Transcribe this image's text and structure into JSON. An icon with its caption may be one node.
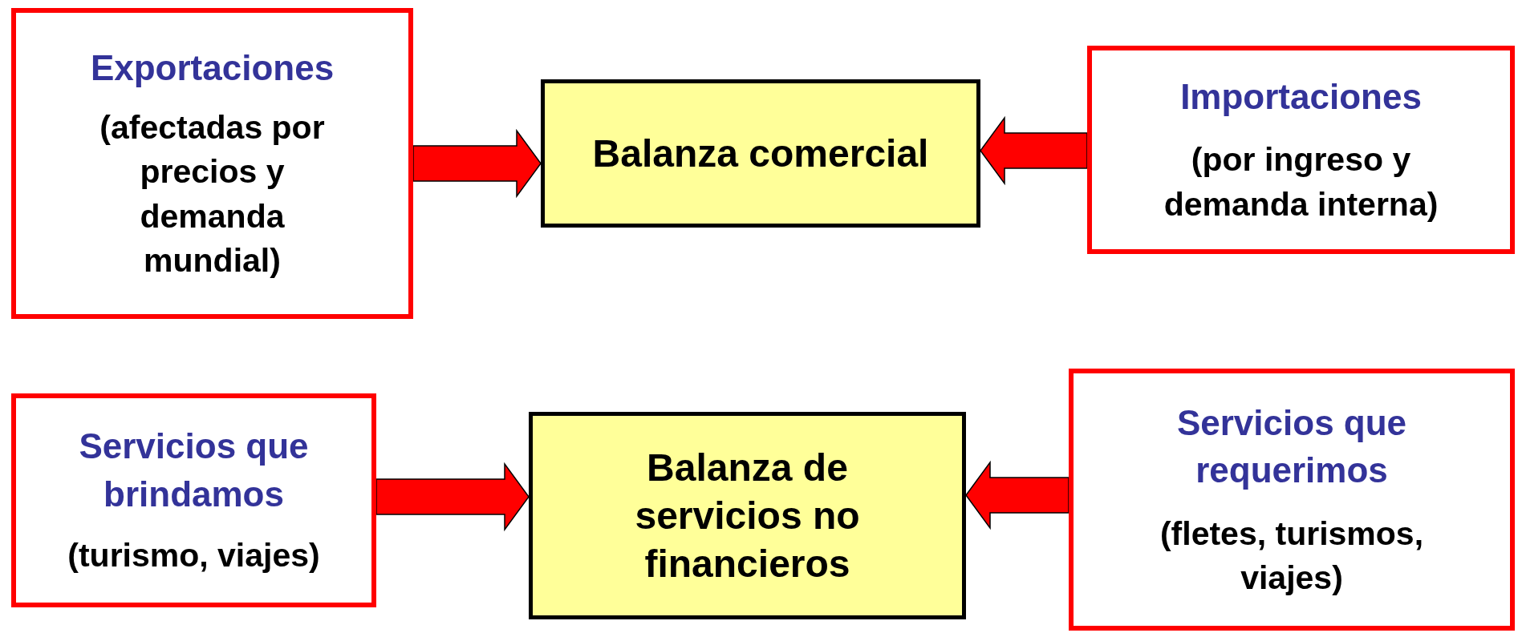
{
  "diagram": {
    "nodes": [
      {
        "text": [
          "Exportaciones",
          "(afectadas por precios y demanda mundial)"
        ]
      },
      {
        "text": [
          "Balanza comercial"
        ]
      },
      {
        "text": [
          "Importaciones",
          "(por ingreso y demanda interna)"
        ]
      },
      {
        "text": [
          "Servicios que brindamos",
          "(turismo, viajes)"
        ]
      },
      {
        "text": [
          "Balanza de servicios no financieros"
        ]
      },
      {
        "text": [
          "Servicios que requerimos",
          "(fletes, turismos, viajes)"
        ]
      }
    ],
    "edges": [
      {
        "from": 0,
        "to": 1,
        "arrow": "to"
      },
      {
        "from": 2,
        "to": 1,
        "arrow": "to"
      },
      {
        "from": 3,
        "to": 4,
        "arrow": "to"
      },
      {
        "from": 5,
        "to": 4,
        "arrow": "to"
      }
    ]
  }
}
